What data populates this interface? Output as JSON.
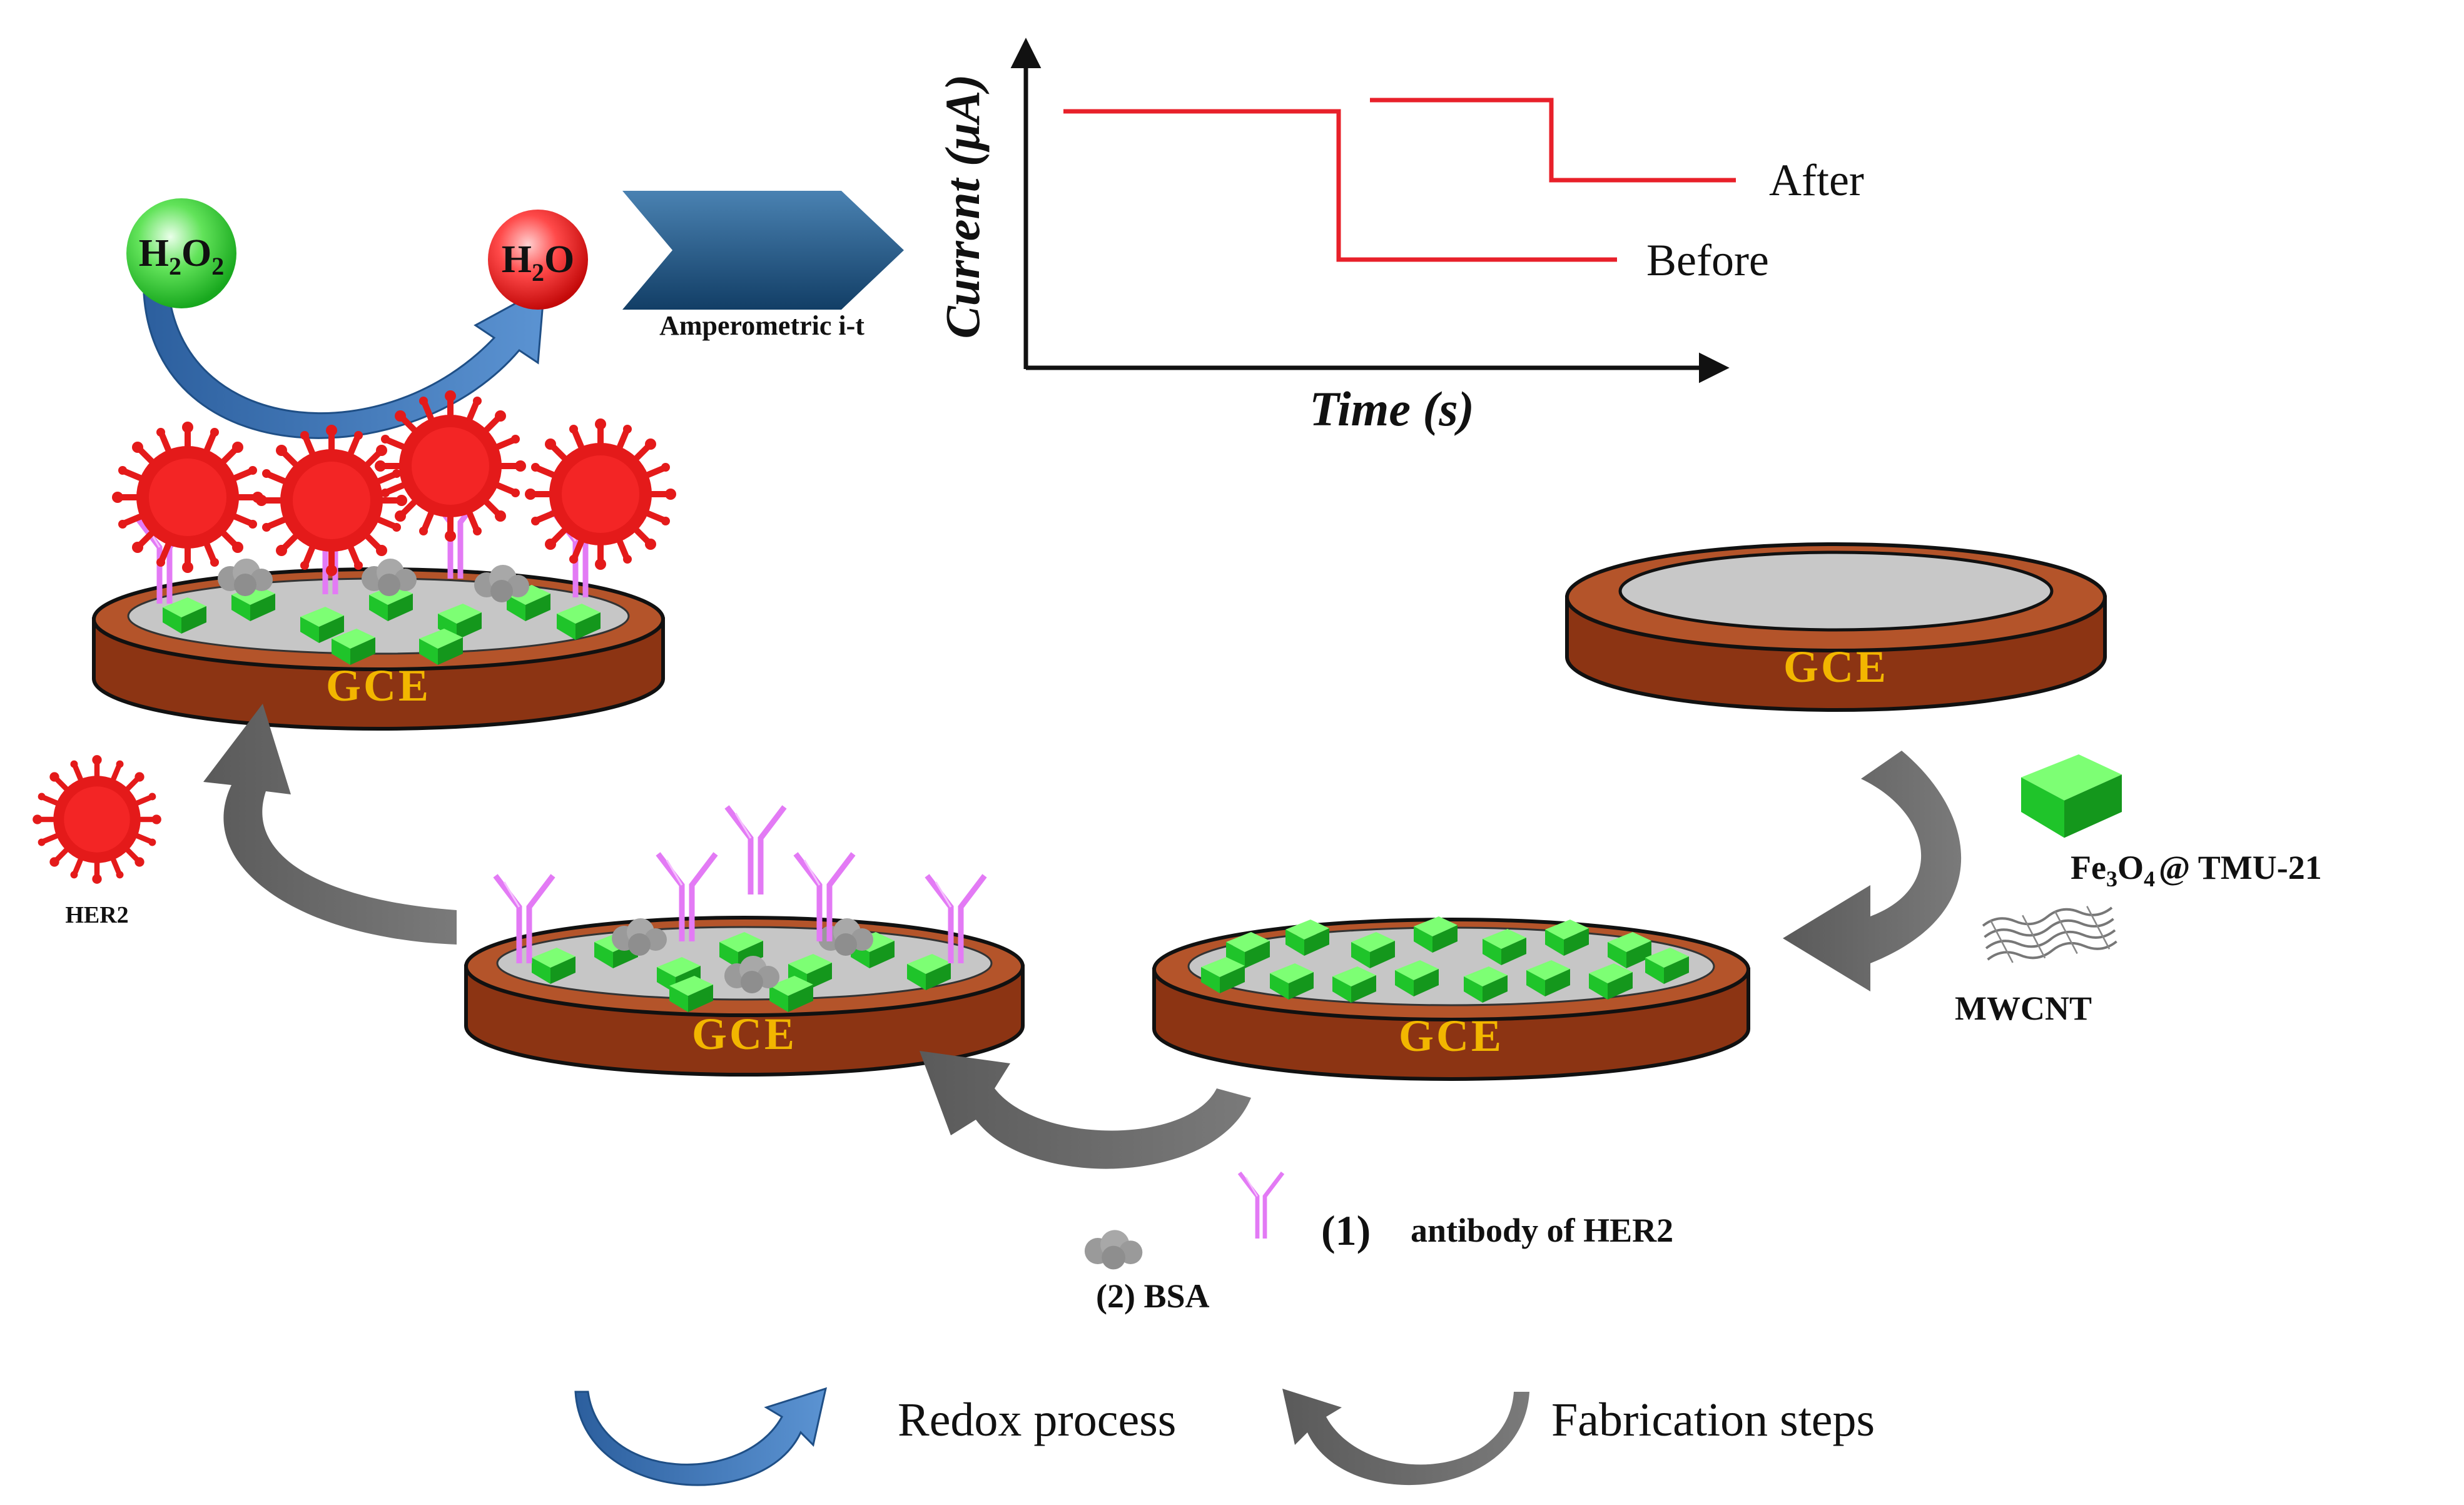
{
  "molecules": {
    "reactant": {
      "base": "H",
      "sub1": "2",
      "mid": "O",
      "sub2": "2"
    },
    "product": {
      "base": "H",
      "sub1": "2",
      "mid": "O"
    }
  },
  "technique_label": "Amperometric i-t",
  "graph": {
    "y_axis_label": "Current (μA)",
    "x_axis_label": "Time (s)",
    "after_label": "After",
    "before_label": "Before",
    "line_color": "#e8202a"
  },
  "electrode_label": "GCE",
  "electrodes": [
    {
      "id": "bare",
      "label": "GCE"
    },
    {
      "id": "modified",
      "label": "GCE"
    },
    {
      "id": "antibody",
      "label": "GCE"
    },
    {
      "id": "captured",
      "label": "GCE"
    }
  ],
  "reagents": {
    "nanocomposite": {
      "prefix": "Fe",
      "sub1": "3",
      "mid": "O",
      "sub2": "4",
      "suffix": "@ TMU-21"
    },
    "mwcnt": "MWCNT",
    "antibody_step": {
      "number": "1",
      "text": "antibody of HER2"
    },
    "bsa_step": {
      "number": "(2)",
      "text": "BSA"
    },
    "her2": "HER2"
  },
  "legend": {
    "redox": "Redox process",
    "fabrication": "Fabrication steps"
  },
  "colors": {
    "disk_top": "#b4542a",
    "disk_side": "#8c3413",
    "gce_text": "#f2b600",
    "green_particle": "#1fc42a",
    "antibody": "#e37af5",
    "her2": "#e41a1a",
    "redox_arrow": "#2f64a8",
    "fab_arrow": "#555555",
    "chevron": "#1e4f7a"
  }
}
